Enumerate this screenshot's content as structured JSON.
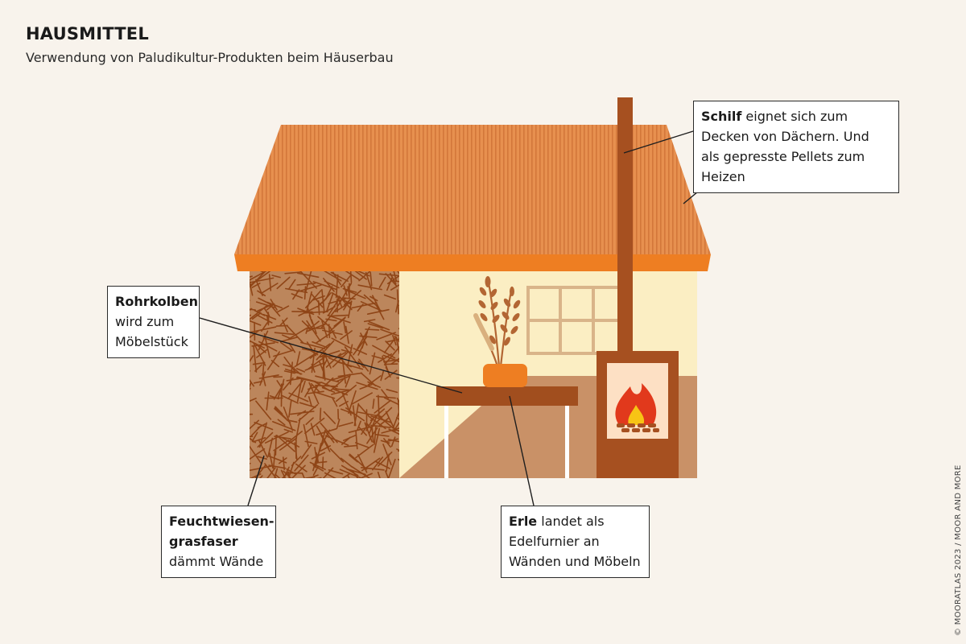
{
  "header": {
    "title": "HAUSMITTEL",
    "subtitle": "Verwendung von Paludikultur-Produkten beim Häuserbau"
  },
  "callouts": {
    "schilf": {
      "bold": "Schilf",
      "text": " eignet sich zum Decken von Dächern. Und als gepresste Pellets zum Heizen"
    },
    "rohrkolben": {
      "bold": "Rohrkolben",
      "text": "wird zum Möbelstück"
    },
    "feuchtwiesen": {
      "bold": "Feuchtwiesen-grasfaser",
      "text": "dämmt Wände"
    },
    "erle": {
      "bold": "Erle",
      "text": " landet als Edelfurnier an Wänden und Möbeln"
    }
  },
  "credit": "© MOORATLAS 2023 / MOOR AND MORE",
  "colors": {
    "background": "#f8f3ec",
    "roof": "#e5894a",
    "roof_edge": "#ee7e22",
    "wall": "#fbeec3",
    "floor": "#c99167",
    "insulation": "#bc865c",
    "wood": "#a14e1e",
    "stove": "#a65020"
  }
}
